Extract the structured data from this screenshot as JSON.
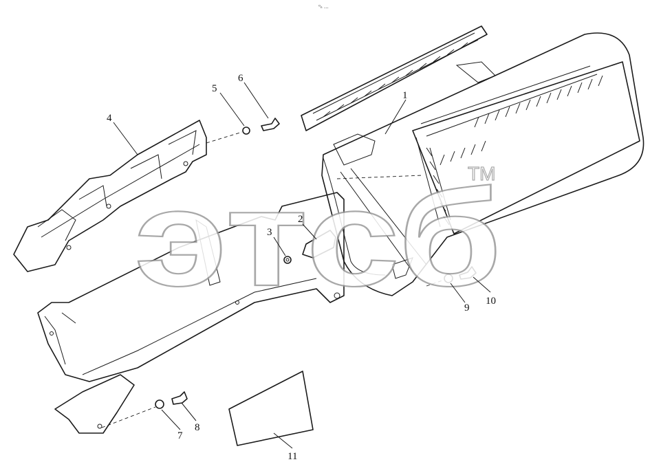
{
  "diagram": {
    "header_mark": "⁰ₙ ․․․",
    "watermark": {
      "text": "этсб",
      "trademark": "TM"
    },
    "callouts": [
      "1",
      "2",
      "3",
      "4",
      "5",
      "6",
      "7",
      "8",
      "9",
      "10",
      "11"
    ]
  }
}
